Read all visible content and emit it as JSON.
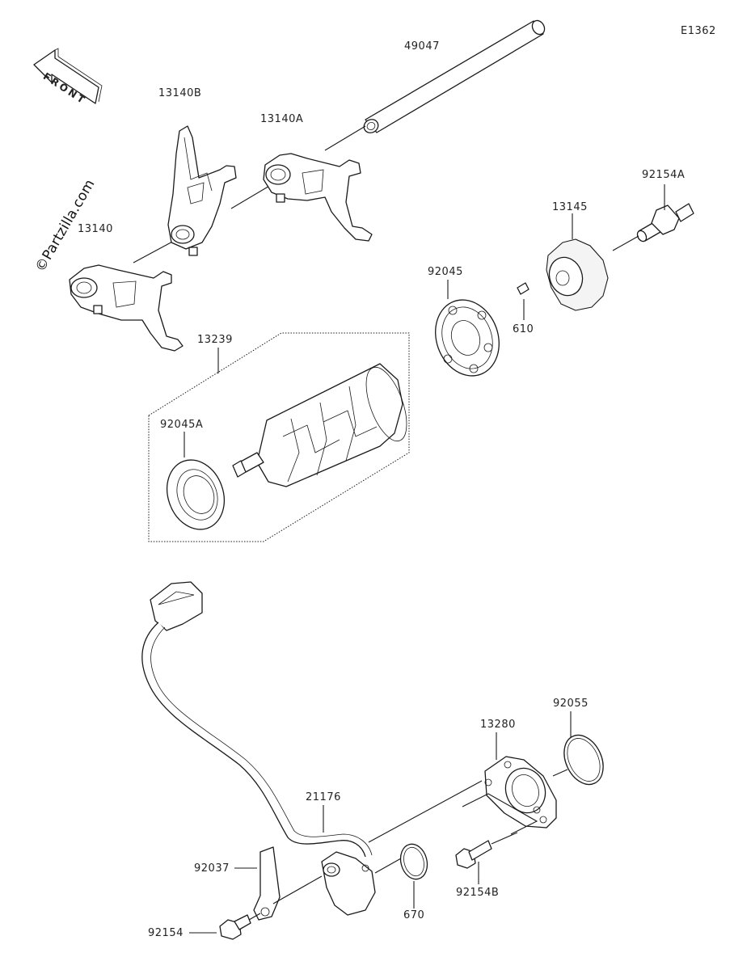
{
  "diagram_code": "E1362",
  "watermark": "©Partzilla.com",
  "front_label": "FRONT",
  "parts": {
    "p49047": "49047",
    "p13140B": "13140B",
    "p13140A": "13140A",
    "p13140": "13140",
    "p92154A": "92154A",
    "p13145": "13145",
    "p92045": "92045",
    "p610": "610",
    "p13239": "13239",
    "p92045A": "92045A",
    "p92055": "92055",
    "p13280": "13280",
    "p21176": "21176",
    "p92037": "92037",
    "p670": "670",
    "p92154B": "92154B",
    "p92154": "92154"
  }
}
